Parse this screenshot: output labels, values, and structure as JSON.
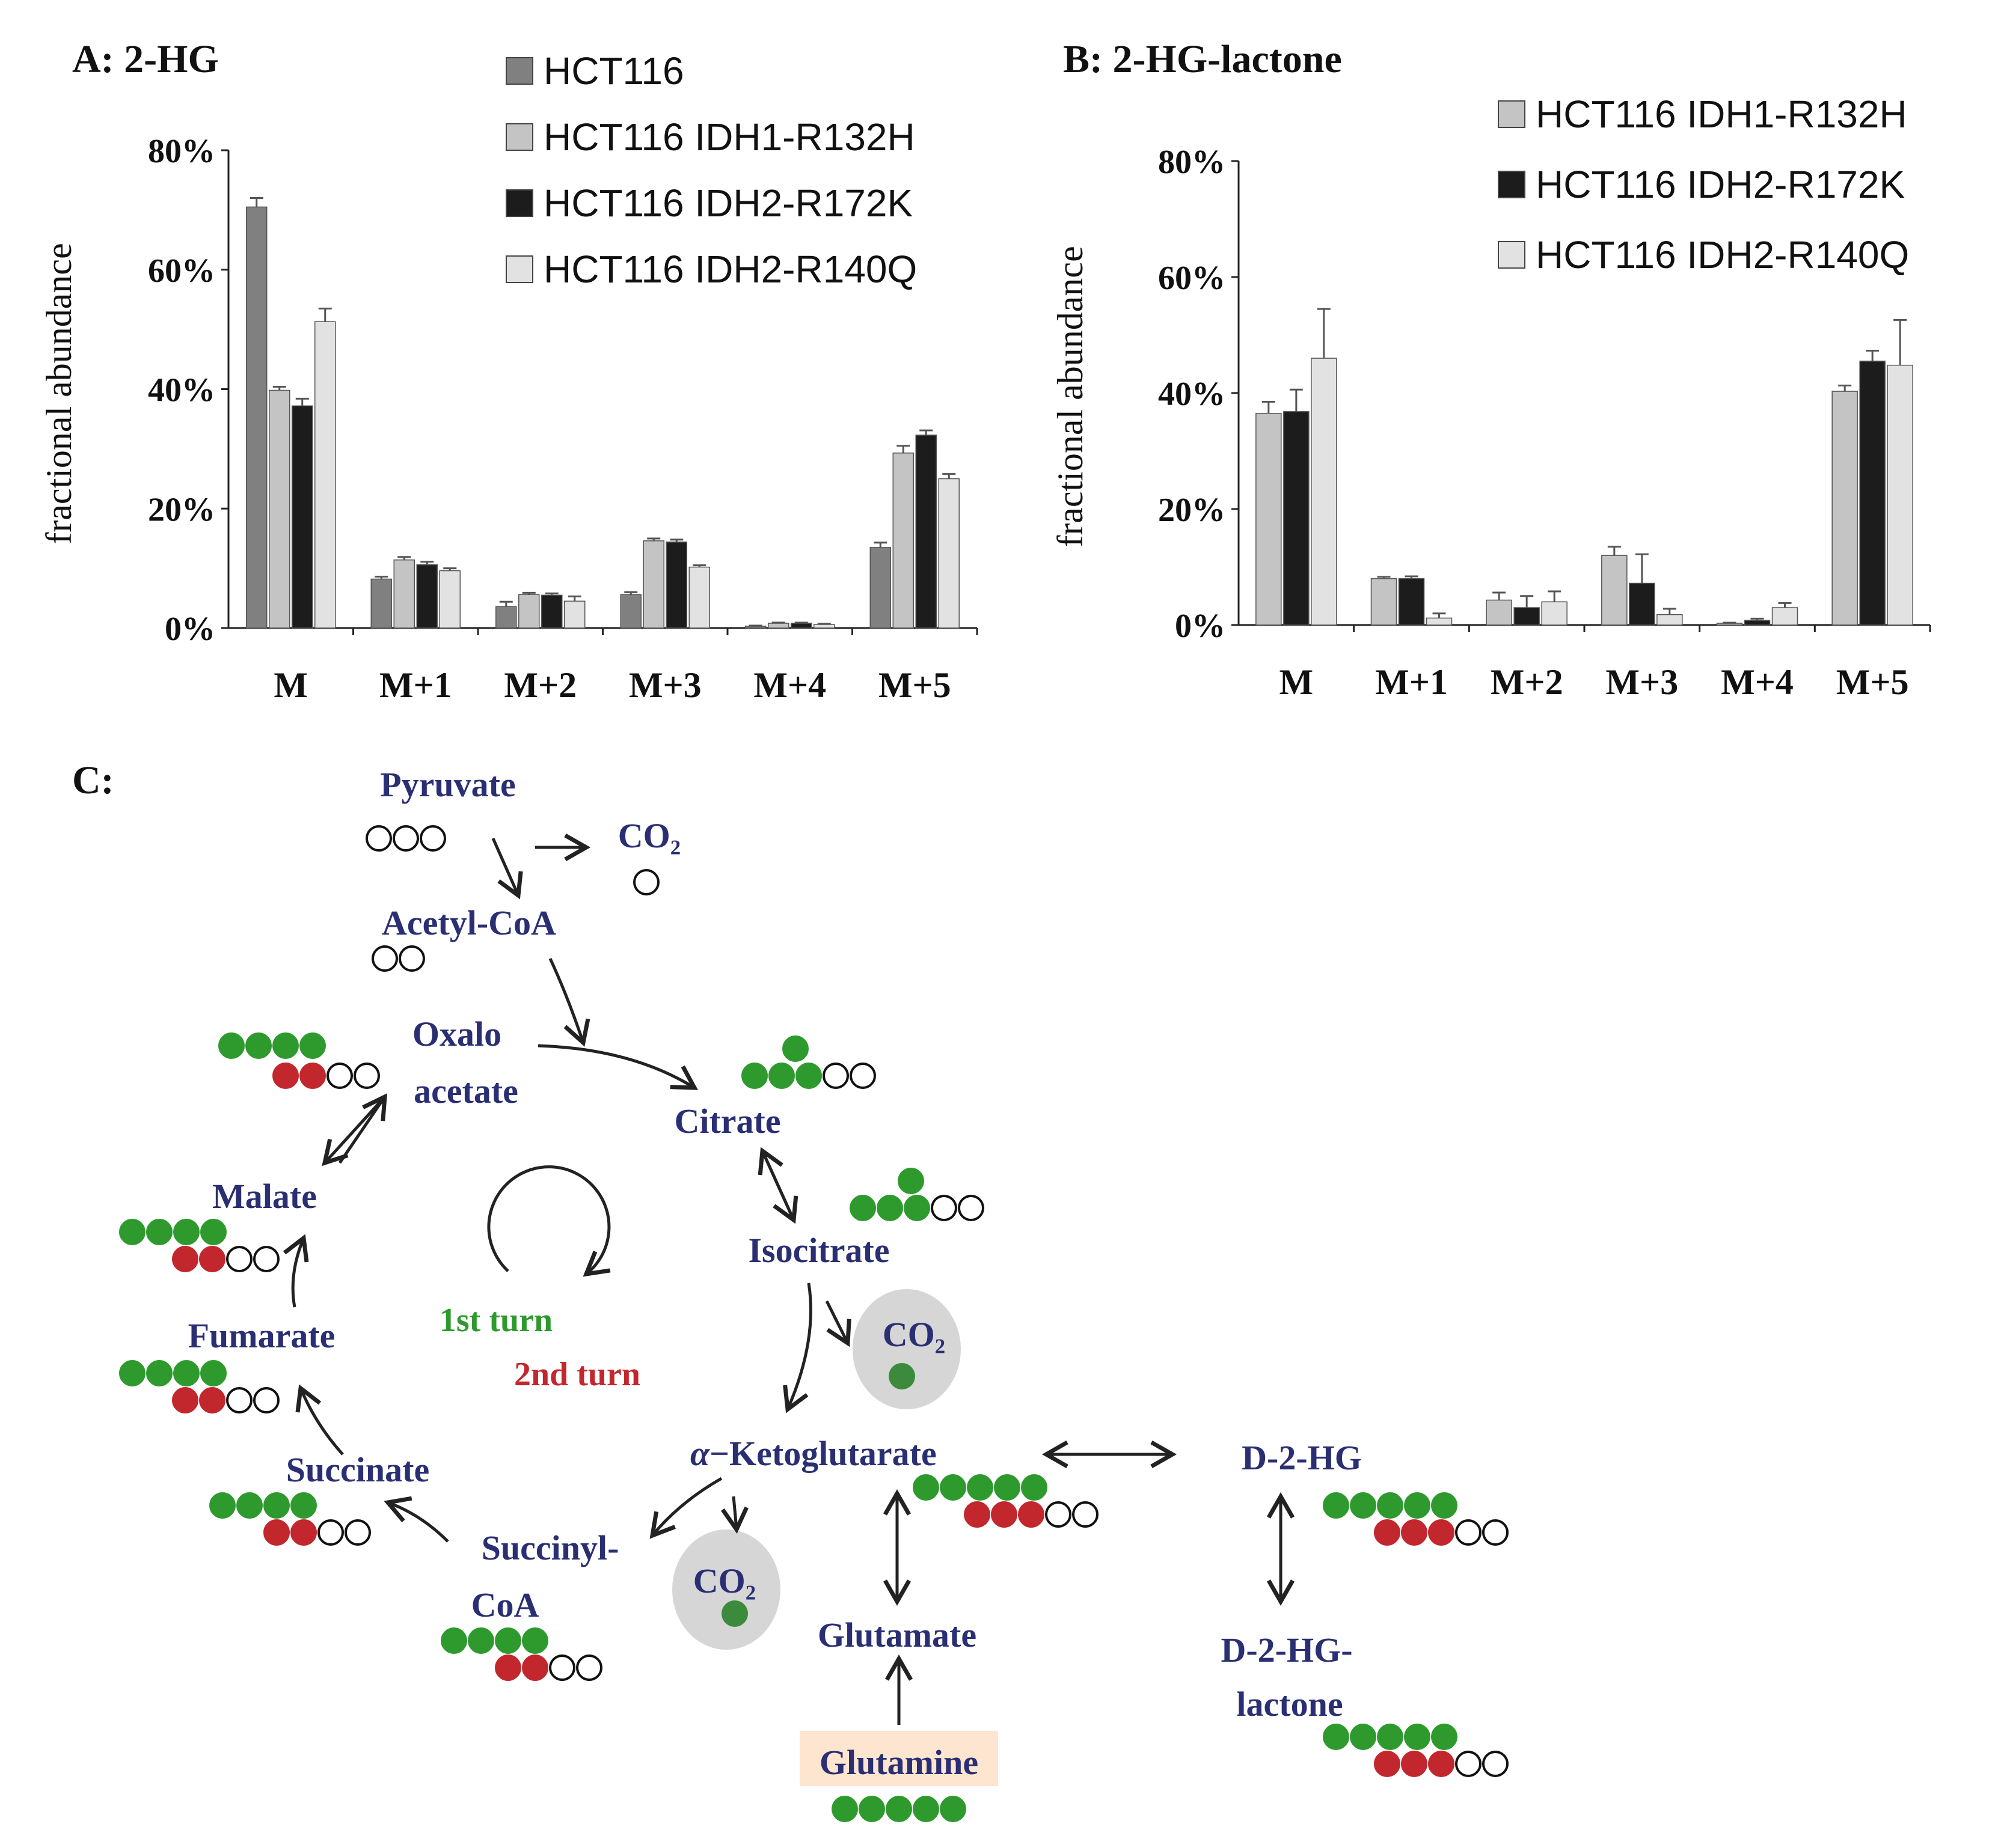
{
  "chart_data": [
    {
      "type": "bar",
      "panel": "A: 2-HG",
      "title": "",
      "xlabel": "",
      "ylabel": "fractional abundance",
      "ylim": [
        0,
        80
      ],
      "yticks": [
        "0%",
        "20%",
        "40%",
        "60%",
        "80%"
      ],
      "categories": [
        "M",
        "M+1",
        "M+2",
        "M+3",
        "M+4",
        "M+5"
      ],
      "legend_position": "top-right",
      "series": [
        {
          "name": "HCT116",
          "color": "#808080",
          "values": [
            70.5,
            8.2,
            3.6,
            5.6,
            0.3,
            13.5
          ],
          "errors": [
            1.5,
            0.4,
            0.8,
            0.4,
            0.1,
            0.8
          ]
        },
        {
          "name": "HCT116 IDH1-R132H",
          "color": "#c4c4c4",
          "values": [
            39.8,
            11.4,
            5.6,
            14.6,
            0.8,
            29.3
          ],
          "errors": [
            0.6,
            0.5,
            0.3,
            0.4,
            0.1,
            1.2
          ]
        },
        {
          "name": "HCT116 IDH2-R172K",
          "color": "#1c1c1c",
          "values": [
            37.2,
            10.6,
            5.5,
            14.4,
            0.8,
            32.3
          ],
          "errors": [
            1.2,
            0.5,
            0.3,
            0.4,
            0.1,
            0.8
          ]
        },
        {
          "name": "HCT116 IDH2-R140Q",
          "color": "#e2e2e2",
          "values": [
            51.3,
            9.6,
            4.5,
            10.2,
            0.6,
            25.0
          ],
          "errors": [
            2.2,
            0.4,
            0.8,
            0.3,
            0.1,
            0.8
          ]
        }
      ]
    },
    {
      "type": "bar",
      "panel": "B: 2-HG-lactone",
      "title": "",
      "xlabel": "",
      "ylabel": "fractional abundance",
      "ylim": [
        0,
        80
      ],
      "yticks": [
        "0%",
        "20%",
        "40%",
        "60%",
        "80%"
      ],
      "categories": [
        "M",
        "M+1",
        "M+2",
        "M+3",
        "M+4",
        "M+5"
      ],
      "legend_position": "top-right",
      "series": [
        {
          "name": "HCT116 IDH1-R132H",
          "color": "#c4c4c4",
          "values": [
            36.5,
            8.0,
            4.3,
            12.0,
            0.3,
            40.3
          ],
          "errors": [
            2.0,
            0.3,
            1.3,
            1.5,
            0.1,
            1.0
          ]
        },
        {
          "name": "HCT116 IDH2-R172K",
          "color": "#1c1c1c",
          "values": [
            36.8,
            8.0,
            3.0,
            7.2,
            0.8,
            45.5
          ],
          "errors": [
            3.8,
            0.4,
            2.0,
            5.0,
            0.3,
            1.8
          ]
        },
        {
          "name": "HCT116 IDH2-R140Q",
          "color": "#e2e2e2",
          "values": [
            46.0,
            1.2,
            4.0,
            1.8,
            3.0,
            44.8
          ],
          "errors": [
            8.5,
            0.8,
            1.8,
            1.0,
            0.8,
            7.8
          ]
        }
      ]
    }
  ],
  "diagram": {
    "panel": "C:",
    "metabolites": {
      "pyruvate": "Pyruvate",
      "co2_top": "CO₂",
      "acetyl_coa": "Acetyl-CoA",
      "oxalo": "Oxalo",
      "acetate": "acetate",
      "citrate": "Citrate",
      "isocitrate": "Isocitrate",
      "co2_isocitrate": "CO₂",
      "malate": "Malate",
      "fumarate": "Fumarate",
      "succinate": "Succinate",
      "succinyl": "Succinyl-",
      "coa": "CoA",
      "co2_akg": "CO₂",
      "alpha": "α",
      "akg": "−Ketoglutarate",
      "glutamate": "Glutamate",
      "glutamine": "Glutamine",
      "d2hg": "D-2-HG",
      "d2hg_lactone_1": "D-2-HG-",
      "d2hg_lactone_2": "lactone"
    },
    "turn_labels": {
      "first": "1st turn",
      "second": "2nd turn"
    },
    "colors": {
      "metabolite_text": "#2a2f73",
      "first_turn": "#2e9a2e",
      "second_turn": "#c1272d",
      "glutamine_highlight": "#fde5cf",
      "co2_bubble": "#d6d6d6"
    }
  }
}
